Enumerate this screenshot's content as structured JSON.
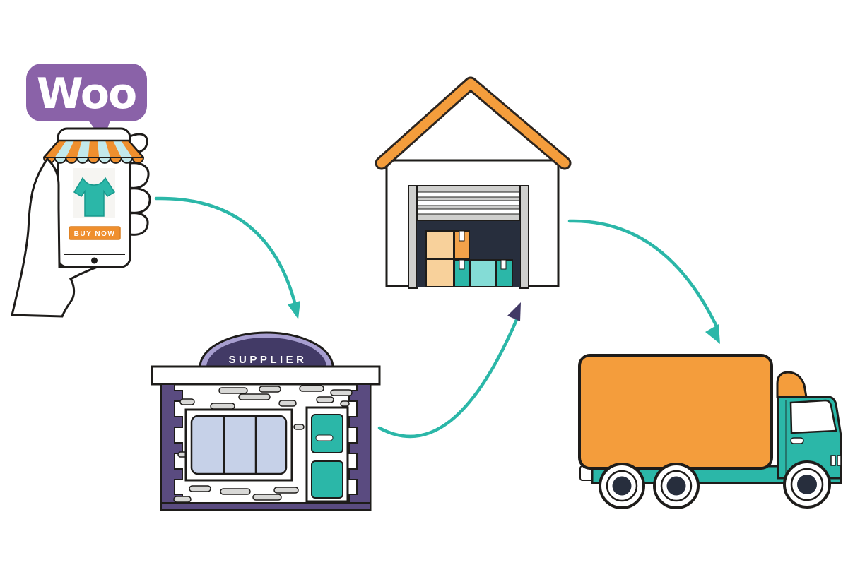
{
  "page": {
    "background": "#ffffff",
    "description": "Illustrated WooCommerce dropshipping order flow: customer phone purchase, supplier storefront, warehouse with boxes, delivery truck, connected by curved teal arrows"
  },
  "colors": {
    "ink": "#1e1c1a",
    "white": "#ffffff",
    "teal": "#2bb7a8",
    "teal-dark": "#17988c",
    "orange": "#f49d3c",
    "orange-deep": "#ef8f2e",
    "awning-blue": "#c2e9ec",
    "woo-purple": "#8a62a8",
    "dome-dark": "#423a66",
    "lavender": "#a79ed0",
    "wall-purple": "#5a4b80",
    "window-blue": "#c6d1e8",
    "brick-gray": "#d8d8d6",
    "door-gray": "#cfcfcd",
    "interior-dark": "#272e3d",
    "box-pale": "#f8d19b",
    "box-orange": "#f2a24a",
    "box-cyan": "#84dcd6",
    "screen-bg": "#f6f5f2"
  },
  "woo_badge": {
    "label": "Woo"
  },
  "phone": {
    "buy_button_label": "BUY NOW",
    "product_icon": "teal-tshirt"
  },
  "supplier": {
    "sign_label": "SUPPLIER"
  },
  "diagram": {
    "nodes": [
      {
        "id": "customer-phone",
        "label": "Customer buys on Woo store via phone"
      },
      {
        "id": "supplier-store",
        "label": "SUPPLIER"
      },
      {
        "id": "warehouse",
        "label": "Warehouse with packed boxes"
      },
      {
        "id": "delivery-truck",
        "label": "Delivery truck"
      }
    ],
    "edges": [
      {
        "from": "customer-phone",
        "to": "supplier-store",
        "style": "curved-teal-arrow"
      },
      {
        "from": "supplier-store",
        "to": "warehouse",
        "style": "curved-teal-arrow-purple-head"
      },
      {
        "from": "warehouse",
        "to": "delivery-truck",
        "style": "curved-teal-arrow"
      }
    ]
  }
}
